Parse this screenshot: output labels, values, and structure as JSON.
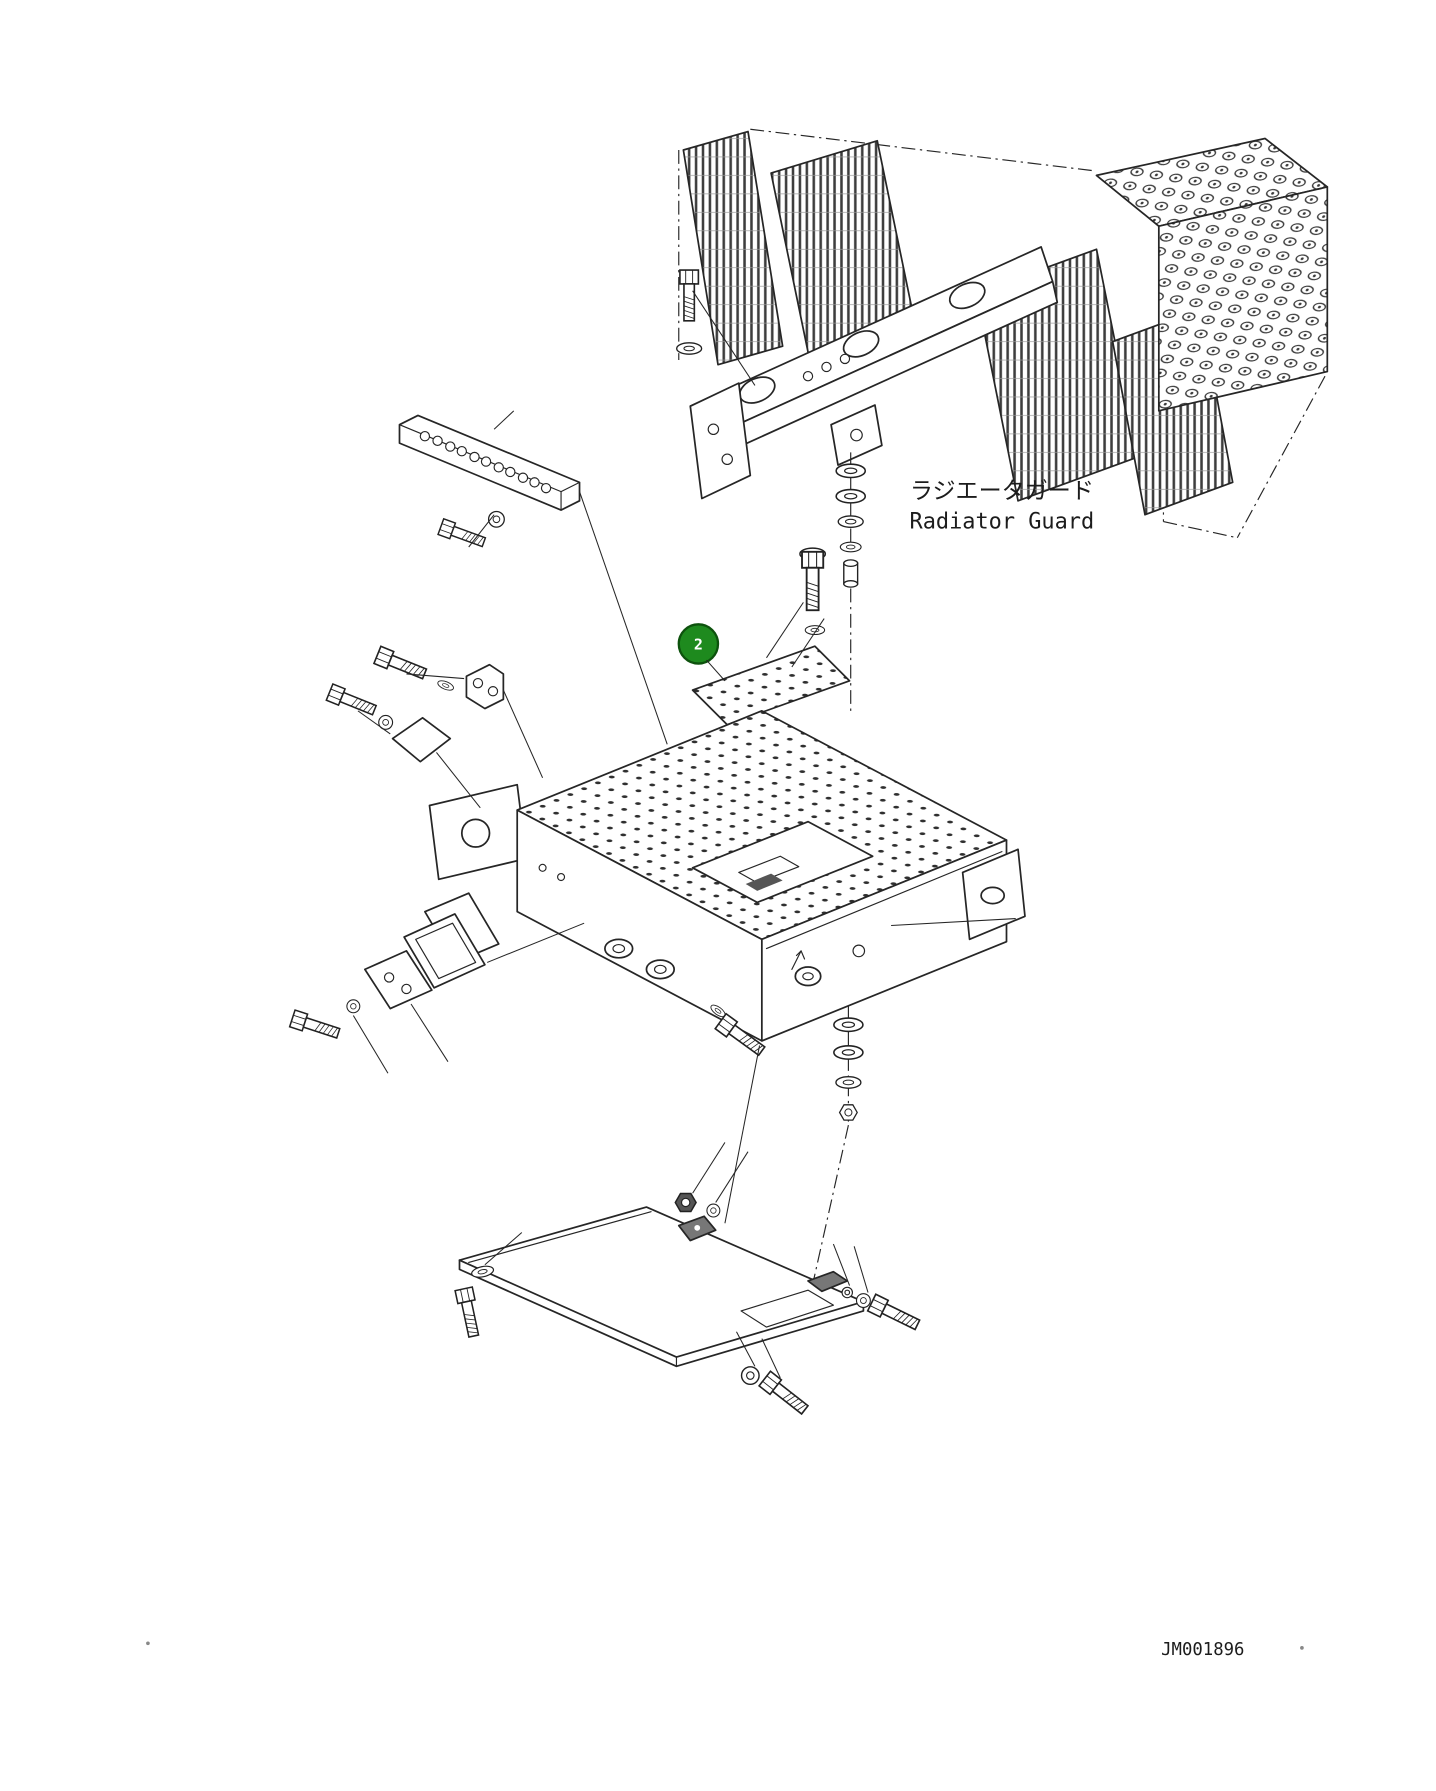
{
  "labels": {
    "radiator_jp": "ラジエータガード",
    "radiator_en": "Radiator Guard",
    "callout_2": "2",
    "drawing_number": "JM001896"
  },
  "colors": {
    "background": "#ffffff",
    "line": "#262626",
    "callout_fill": "#1e8a1e",
    "callout_border": "#0d520d",
    "callout_text": "#ffffff"
  }
}
